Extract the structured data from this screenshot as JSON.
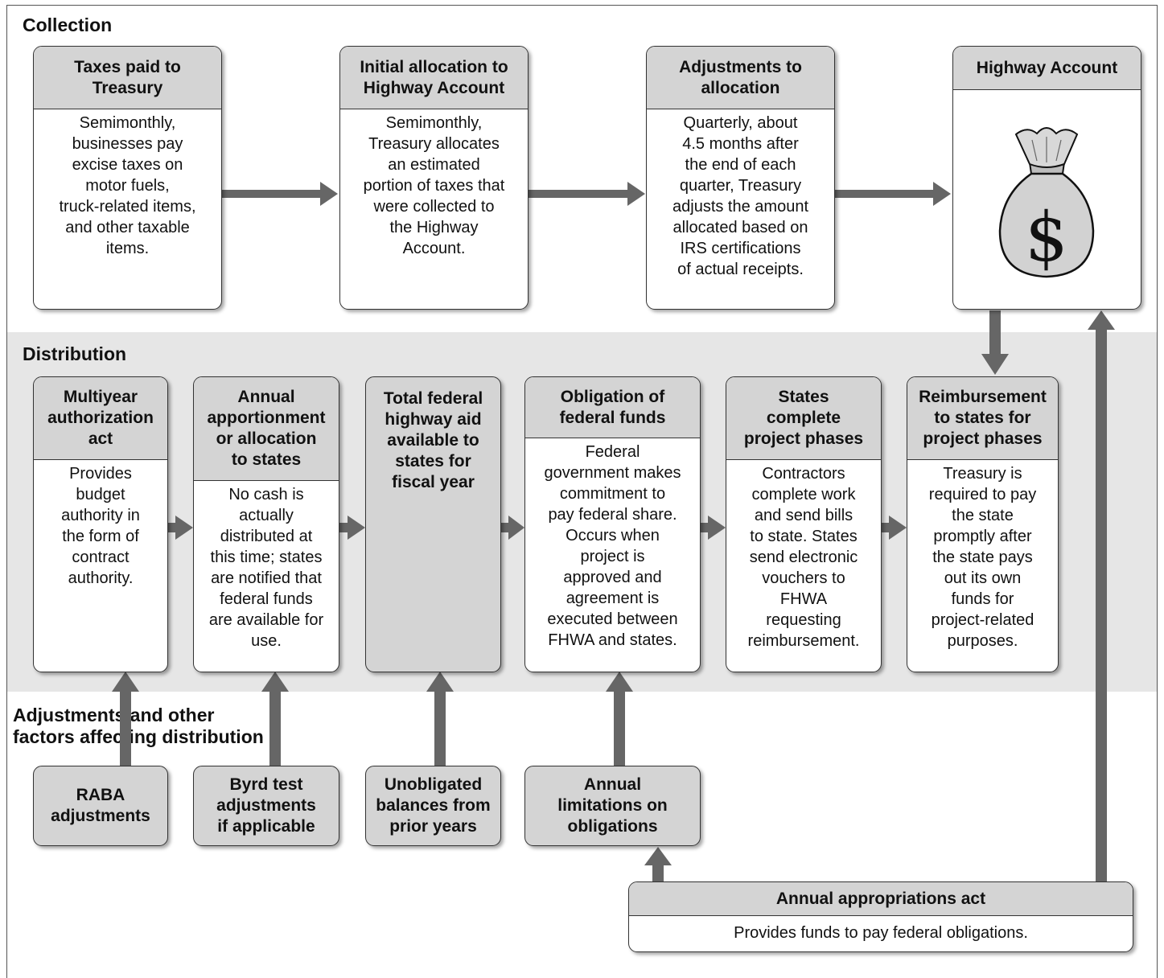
{
  "sections": {
    "collection": "Collection",
    "distribution": "Distribution",
    "adjustments": "Adjustments and other\nfactors affecting distribution"
  },
  "collection": {
    "taxes": {
      "title": "Taxes paid to\nTreasury",
      "body": "Semimonthly,\nbusinesses pay\nexcise taxes on\nmotor fuels,\ntruck-related items,\nand other taxable\nitems."
    },
    "initial": {
      "title": "Initial allocation to\nHighway Account",
      "body": "Semimonthly,\nTreasury allocates\nan estimated\nportion of taxes that\nwere collected to\nthe Highway\nAccount."
    },
    "adjust": {
      "title": "Adjustments to\nallocation",
      "body": "Quarterly, about\n4.5 months after\nthe end of each\nquarter, Treasury\nadjusts the amount\nallocated based on\nIRS certifications\nof actual receipts."
    },
    "account": {
      "title": "Highway Account",
      "icon": "money-bag-dollar-icon",
      "symbol": "$"
    }
  },
  "distribution": {
    "multiyear": {
      "title": "Multiyear\nauthorization\nact",
      "body": "Provides\nbudget\nauthority in\nthe form of\ncontract\nauthority."
    },
    "annual": {
      "title": "Annual\napportionment\nor allocation\nto states",
      "body": "No cash is\nactually\ndistributed at\nthis time; states\nare notified that\nfederal funds\nare available for\nuse."
    },
    "total": {
      "title": "Total federal\nhighway aid\navailable to\nstates for\nfiscal year"
    },
    "obligation": {
      "title": "Obligation of\nfederal funds",
      "body": "Federal\ngovernment makes\ncommitment to\npay federal share.\nOccurs when\nproject is\napproved and\nagreement is\nexecuted between\nFHWA and states."
    },
    "states": {
      "title": "States\ncomplete\nproject phases",
      "body": "Contractors\ncomplete work\nand send bills\nto state. States\nsend electronic\nvouchers to\nFHWA\nrequesting\nreimbursement."
    },
    "reimburse": {
      "title": "Reimbursement\nto states for\nproject phases",
      "body": "Treasury is\nrequired to pay\nthe state\npromptly after\nthe state pays\nout its own\nfunds for\nproject-related\npurposes."
    }
  },
  "factors": {
    "raba": "RABA\nadjustments",
    "byrd": "Byrd test\nadjustments\nif applicable",
    "unobligated": "Unobligated\nbalances from\nprior years",
    "limitations": "Annual\nlimitations on\nobligations"
  },
  "appropriations": {
    "title": "Annual appropriations act",
    "body": "Provides funds to pay federal obligations."
  },
  "colors": {
    "arrow": "#666666",
    "header_fill": "#d4d4d4",
    "band": "#e6e6e6"
  }
}
